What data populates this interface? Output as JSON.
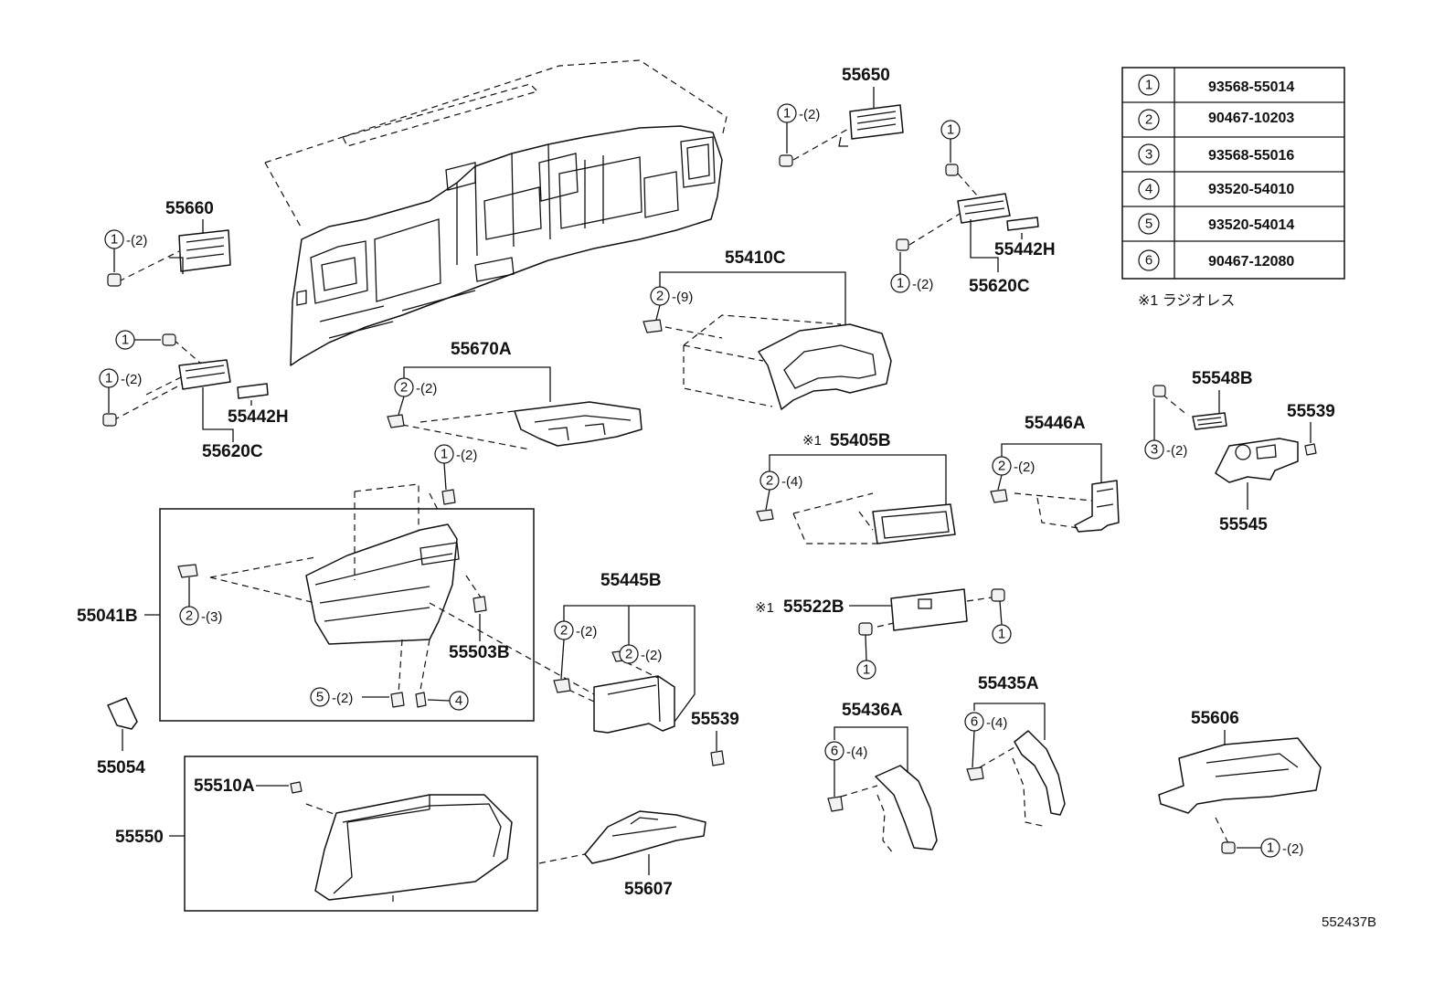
{
  "parts": [
    {
      "id": "p55650",
      "text": "55650"
    },
    {
      "id": "p55660",
      "text": "55660"
    },
    {
      "id": "p55442H_r",
      "text": "55442H"
    },
    {
      "id": "p55620C_r",
      "text": "55620C"
    },
    {
      "id": "p55410C",
      "text": "55410C"
    },
    {
      "id": "p55442H_l",
      "text": "55442H"
    },
    {
      "id": "p55620C_l",
      "text": "55620C"
    },
    {
      "id": "p55670A",
      "text": "55670A"
    },
    {
      "id": "p55405B",
      "text": "55405B"
    },
    {
      "id": "p55446A",
      "text": "55446A"
    },
    {
      "id": "p55548B",
      "text": "55548B"
    },
    {
      "id": "p55539_r",
      "text": "55539"
    },
    {
      "id": "p55545",
      "text": "55545"
    },
    {
      "id": "p55041B",
      "text": "55041B"
    },
    {
      "id": "p55503B",
      "text": "55503B"
    },
    {
      "id": "p55445B",
      "text": "55445B"
    },
    {
      "id": "p55522B",
      "text": "55522B"
    },
    {
      "id": "p55435A",
      "text": "55435A"
    },
    {
      "id": "p55436A",
      "text": "55436A"
    },
    {
      "id": "p55539_m",
      "text": "55539"
    },
    {
      "id": "p55606",
      "text": "55606"
    },
    {
      "id": "p55054",
      "text": "55054"
    },
    {
      "id": "p55510A",
      "text": "55510A"
    },
    {
      "id": "p55550",
      "text": "55550"
    },
    {
      "id": "p55607",
      "text": "55607"
    }
  ],
  "callouts": [
    {
      "id": "c1",
      "num": "1",
      "qty": "-(2)"
    },
    {
      "id": "c2",
      "num": "1",
      "qty": "-(2)"
    },
    {
      "id": "c3",
      "num": "1",
      "qty": ""
    },
    {
      "id": "c4",
      "num": "1",
      "qty": "-(2)"
    },
    {
      "id": "c5",
      "num": "1",
      "qty": ""
    },
    {
      "id": "c6",
      "num": "1",
      "qty": "-(2)"
    },
    {
      "id": "c7",
      "num": "2",
      "qty": "-(9)"
    },
    {
      "id": "c8",
      "num": "2",
      "qty": "-(2)"
    },
    {
      "id": "c9",
      "num": "1",
      "qty": "-(2)"
    },
    {
      "id": "c10",
      "num": "2",
      "qty": "-(4)"
    },
    {
      "id": "c11",
      "num": "2",
      "qty": "-(2)"
    },
    {
      "id": "c12",
      "num": "3",
      "qty": "-(2)"
    },
    {
      "id": "c13",
      "num": "2",
      "qty": "-(3)"
    },
    {
      "id": "c14",
      "num": "2",
      "qty": "-(2)"
    },
    {
      "id": "c15",
      "num": "2",
      "qty": "-(2)"
    },
    {
      "id": "c16",
      "num": "5",
      "qty": "-(2)"
    },
    {
      "id": "c17",
      "num": "4",
      "qty": ""
    },
    {
      "id": "c18",
      "num": "1",
      "qty": ""
    },
    {
      "id": "c19",
      "num": "1",
      "qty": ""
    },
    {
      "id": "c20",
      "num": "6",
      "qty": "-(4)"
    },
    {
      "id": "c21",
      "num": "6",
      "qty": "-(4)"
    },
    {
      "id": "c22",
      "num": "1",
      "qty": "-(2)"
    }
  ],
  "note_mark": "※1",
  "legend": {
    "rows": [
      {
        "num": "1",
        "part": "93568-55014"
      },
      {
        "num": "2",
        "part": "90467-10203"
      },
      {
        "num": "3",
        "part": "93568-55016"
      },
      {
        "num": "4",
        "part": "93520-54010"
      },
      {
        "num": "5",
        "part": "93520-54014"
      },
      {
        "num": "6",
        "part": "90467-12080"
      }
    ],
    "note": "※1  ラジオレス"
  },
  "diagram_code": "552437B"
}
